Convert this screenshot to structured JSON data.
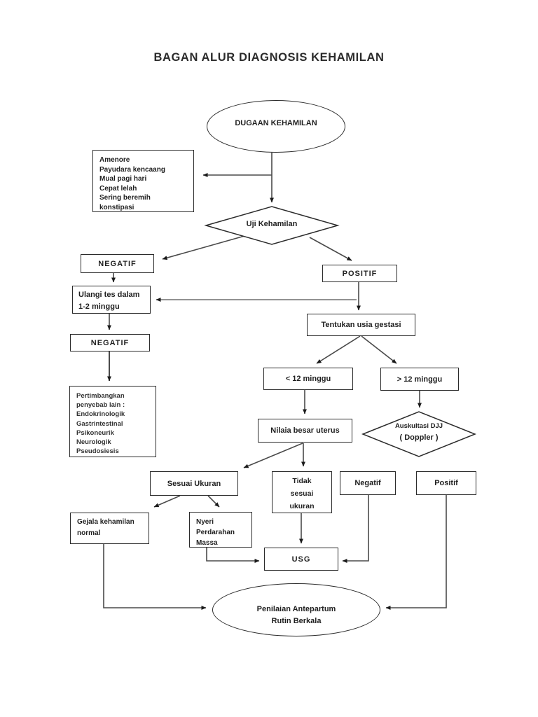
{
  "page": {
    "title": "BAGAN ALUR DIAGNOSIS KEHAMILAN"
  },
  "colors": {
    "line": "#4a4a4a",
    "line_gray": "#6e6e6e",
    "border": "#2b2b2b",
    "arrow": "#1a1a1a",
    "text": "#1f1f1f"
  },
  "nodes": {
    "start": {
      "label": "DUGAAN KEHAMILAN"
    },
    "symptoms": {
      "lines": [
        "Amenore",
        "Payudara kencaang",
        "Mual pagi hari",
        "Cepat lelah",
        "Sering beremih",
        "konstipasi"
      ]
    },
    "test": {
      "label": "Uji Kehamilan"
    },
    "negatif1": {
      "label": "NEGATIF"
    },
    "positif1": {
      "label": "POSITIF"
    },
    "ulangi": {
      "lines": [
        "Ulangi tes dalam",
        "1-2 minggu"
      ]
    },
    "negatif2": {
      "label": "NEGATIF"
    },
    "pertimbangkan": {
      "lines": [
        "Pertimbangkan",
        "penyebab lain :",
        "Endokrinologik",
        "Gastrintestinal",
        "Psikoneurik",
        "Neurologik",
        "Pseudosiesis"
      ]
    },
    "gestasi": {
      "label": "Tentukan usia gestasi"
    },
    "lt12": {
      "label": "< 12 minggu"
    },
    "gt12": {
      "label": "> 12 minggu"
    },
    "uterus": {
      "label": "Nilaia besar uterus"
    },
    "auskultasi": {
      "lines": [
        "Auskultasi DJJ",
        "( Doppler )"
      ]
    },
    "sesuai": {
      "label": "Sesuai Ukuran"
    },
    "tidak": {
      "lines": [
        "Tidak",
        "sesuai",
        "ukuran"
      ]
    },
    "negatif3": {
      "label": "Negatif"
    },
    "positif2": {
      "label": "Positif"
    },
    "gejala": {
      "lines": [
        "Gejala kehamilan",
        "normal"
      ]
    },
    "nyeri": {
      "lines": [
        "Nyeri",
        "Perdarahan",
        "Massa"
      ]
    },
    "usg": {
      "label": "USG"
    },
    "end": {
      "lines": [
        "Penilaian Antepartum",
        "Rutin Berkala"
      ]
    }
  }
}
